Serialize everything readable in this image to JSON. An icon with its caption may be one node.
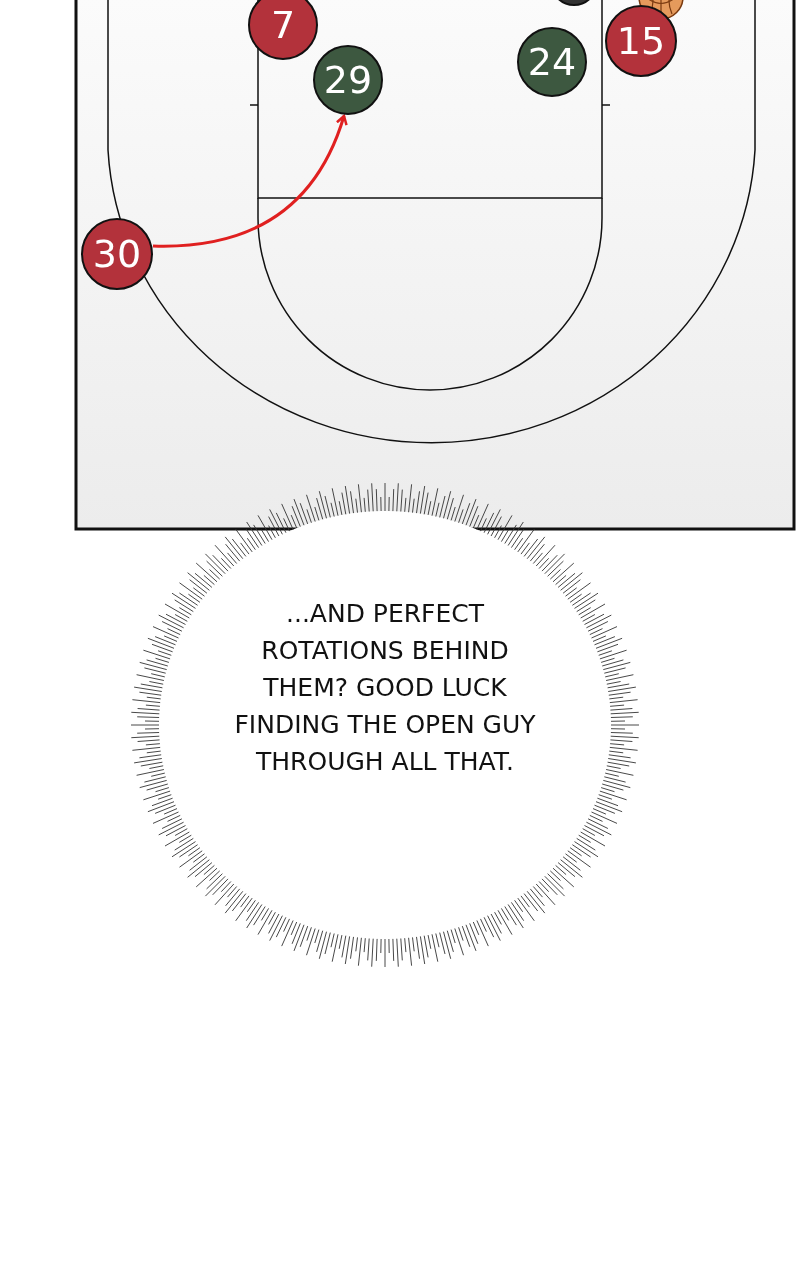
{
  "diagram": {
    "nodes": [
      {
        "text": [],
        "shape": "circle"
      },
      {
        "text": [],
        "shape": "picture"
      },
      {
        "text": [
          "7"
        ]
      },
      {
        "text": [
          "15"
        ]
      },
      {
        "text": [
          "24"
        ]
      },
      {
        "text": [
          "29"
        ]
      },
      {
        "text": [
          "30"
        ]
      },
      {
        "text": [
          "...AND PERFECT ROTATIONS BEHIND THEM? GOOD LUCK FINDING THE OPEN GUY THROUGH ALL THAT."
        ]
      }
    ],
    "edges": [
      {
        "from": 6,
        "to": 5,
        "arrow": "to",
        "color": "#e02020"
      }
    ]
  }
}
